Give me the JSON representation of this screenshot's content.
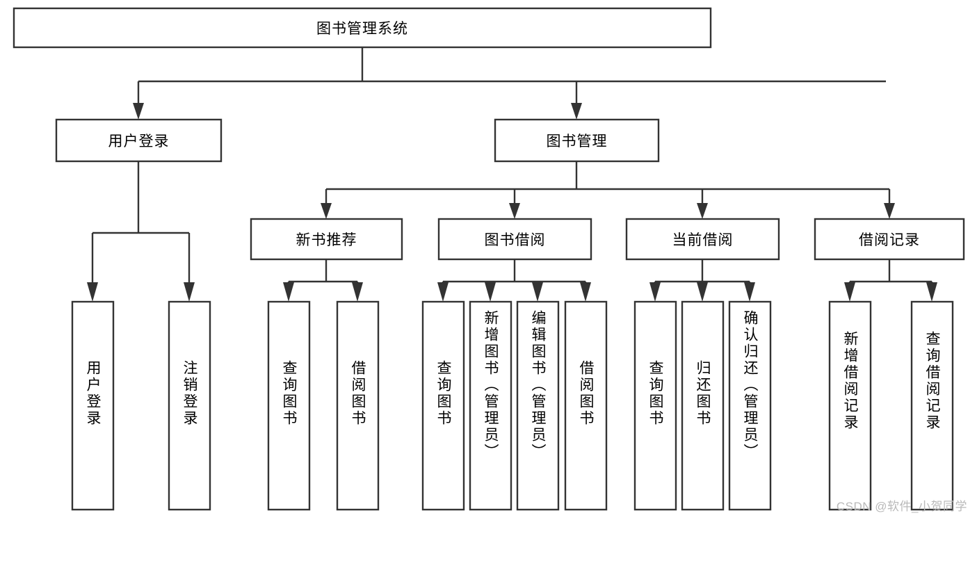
{
  "diagram": {
    "type": "hierarchy-tree",
    "title": "图书管理系统",
    "root": {
      "id": "root",
      "label": "图书管理系统",
      "orientation": "horizontal"
    },
    "level2": [
      {
        "id": "user-login",
        "label": "用户登录",
        "orientation": "horizontal"
      },
      {
        "id": "book-manage",
        "label": "图书管理",
        "orientation": "horizontal"
      }
    ],
    "level3": [
      {
        "id": "new-book-rec",
        "label": "新书推荐",
        "orientation": "horizontal",
        "parent": "book-manage"
      },
      {
        "id": "book-borrow",
        "label": "图书借阅",
        "orientation": "horizontal",
        "parent": "book-manage"
      },
      {
        "id": "current-borrow",
        "label": "当前借阅",
        "orientation": "horizontal",
        "parent": "book-manage"
      },
      {
        "id": "borrow-record",
        "label": "借阅记录",
        "orientation": "horizontal",
        "parent": "book-manage"
      }
    ],
    "leaves": [
      {
        "id": "leaf-user-login",
        "label": "用户登录",
        "orientation": "vertical",
        "parent": "user-login"
      },
      {
        "id": "leaf-user-logout",
        "label": "注销登录",
        "orientation": "vertical",
        "parent": "user-login"
      },
      {
        "id": "leaf-query-book-1",
        "label": "查询图书",
        "orientation": "vertical",
        "parent": "new-book-rec"
      },
      {
        "id": "leaf-borrow-book-1",
        "label": "借阅图书",
        "orientation": "vertical",
        "parent": "new-book-rec"
      },
      {
        "id": "leaf-query-book-2",
        "label": "查询图书",
        "orientation": "vertical",
        "parent": "book-borrow"
      },
      {
        "id": "leaf-add-book",
        "label": "新增图书（管理员）",
        "orientation": "vertical",
        "parent": "book-borrow"
      },
      {
        "id": "leaf-edit-book",
        "label": "编辑图书（管理员）",
        "orientation": "vertical",
        "parent": "book-borrow"
      },
      {
        "id": "leaf-borrow-book-2",
        "label": "借阅图书",
        "orientation": "vertical",
        "parent": "book-borrow"
      },
      {
        "id": "leaf-query-book-3",
        "label": "查询图书",
        "orientation": "vertical",
        "parent": "current-borrow"
      },
      {
        "id": "leaf-return-book",
        "label": "归还图书",
        "orientation": "vertical",
        "parent": "current-borrow"
      },
      {
        "id": "leaf-confirm-return",
        "label": "确认归还（管理员）",
        "orientation": "vertical",
        "parent": "current-borrow"
      },
      {
        "id": "leaf-add-record",
        "label": "新增借阅记录",
        "orientation": "vertical",
        "parent": "borrow-record"
      },
      {
        "id": "leaf-query-record",
        "label": "查询借阅记录",
        "orientation": "vertical",
        "parent": "borrow-record"
      }
    ],
    "colors": {
      "background": "#ffffff",
      "box_fill": "#ffffff",
      "box_stroke": "#333333",
      "text": "#000000",
      "watermark": "#b9b9b9"
    }
  },
  "watermark": {
    "text": "CSDN @软件_小贺同学"
  }
}
